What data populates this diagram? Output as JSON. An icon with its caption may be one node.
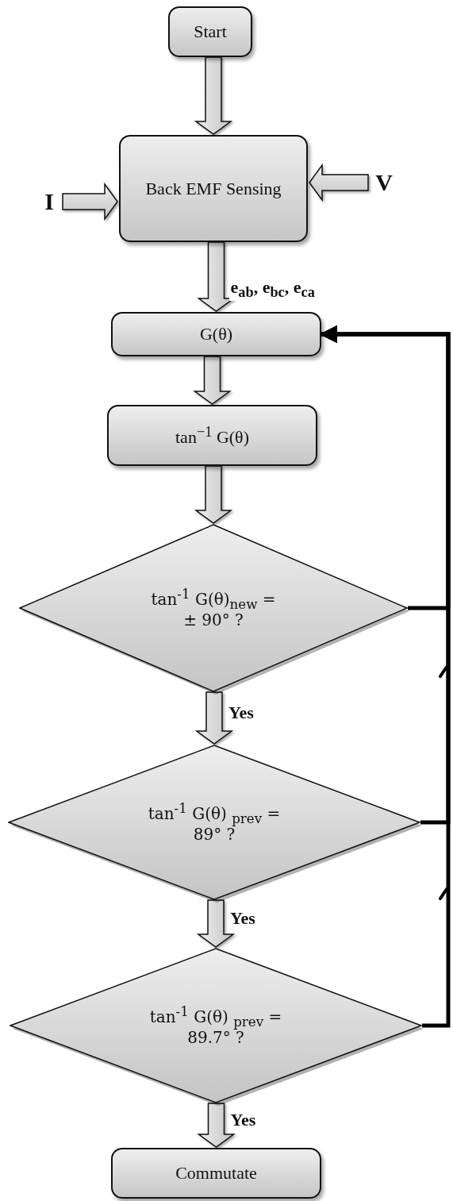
{
  "diagram": {
    "nodes": [
      {
        "text": [
          "Start"
        ]
      },
      {
        "text": [
          "Back EMF Sensing"
        ]
      },
      {
        "text": [
          "I"
        ]
      },
      {
        "text": [
          "V"
        ]
      },
      {
        "text": [
          "G(θ)"
        ]
      },
      {
        "text": [
          "tan$^{−1}$ G(θ)"
        ]
      },
      {
        "text": [
          "tan$^{-1}$ G(θ)$_{new}$ = ± 90° ?"
        ]
      },
      {
        "text": [
          "tan$^{-1}$ G(θ) $_{prev}$ = 89° ?"
        ]
      },
      {
        "text": [
          "tan$^{-1}$ G(θ) $_{prev}$ = 89.7° ?"
        ]
      },
      {
        "text": [
          "Commutate"
        ]
      }
    ],
    "edges": [
      {
        "from": 0,
        "to": 1,
        "arrow": "to"
      },
      {
        "from": 2,
        "to": 1,
        "arrow": "to"
      },
      {
        "from": 3,
        "to": 1,
        "arrow": "to"
      },
      {
        "from": 1,
        "to": 4,
        "arrow": "to",
        "label": "e$_{ab}$, e$_{bc}$, e$_{ca}$"
      },
      {
        "from": 4,
        "to": 5,
        "arrow": "to"
      },
      {
        "from": 5,
        "to": 6,
        "arrow": "to"
      },
      {
        "from": 6,
        "to": 7,
        "arrow": "to",
        "label": "Yes"
      },
      {
        "from": 7,
        "to": 8,
        "arrow": "to",
        "label": "Yes"
      },
      {
        "from": 8,
        "to": 9,
        "arrow": "to",
        "label": "Yes"
      },
      {
        "from": 6,
        "to": 4,
        "arrow": "to"
      },
      {
        "from": 7,
        "to": 4,
        "arrow": "to"
      },
      {
        "from": 8,
        "to": 4,
        "arrow": "to"
      }
    ]
  }
}
